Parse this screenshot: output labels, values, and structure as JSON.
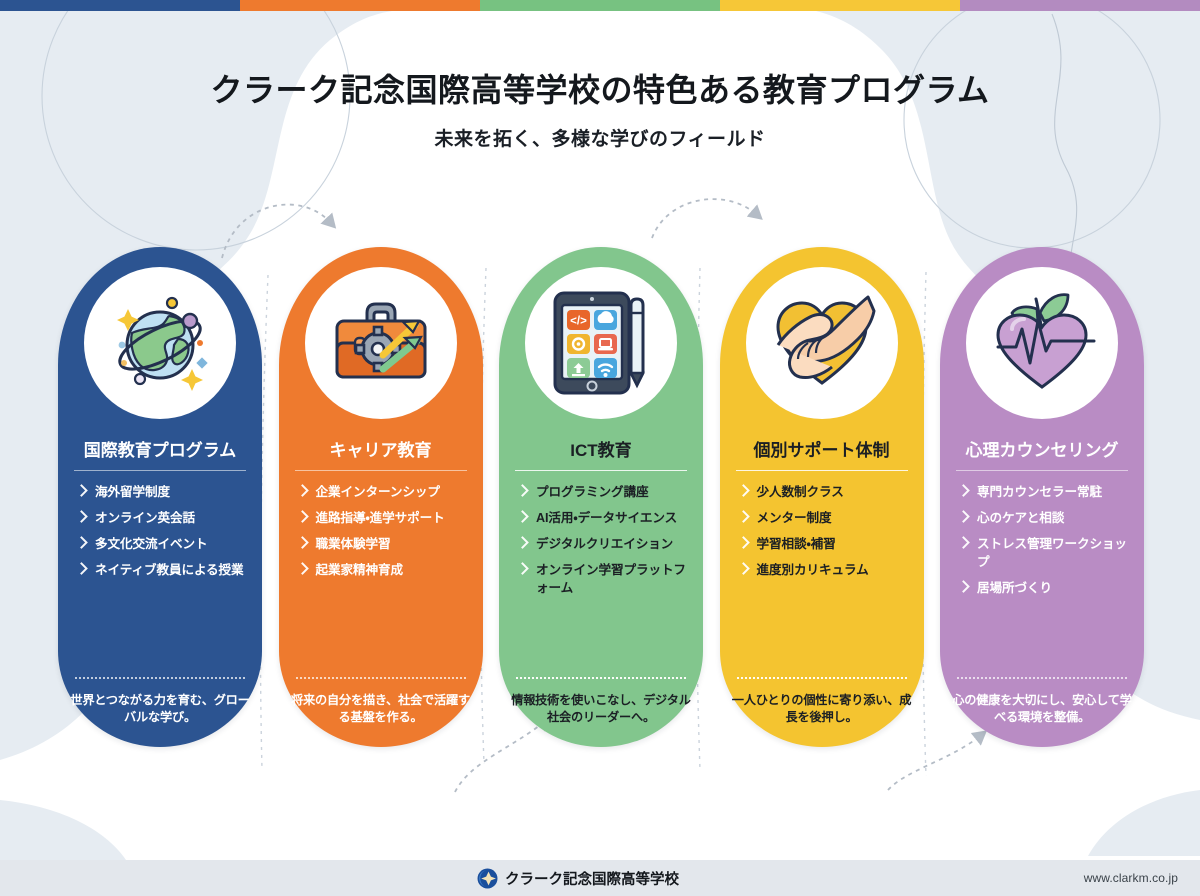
{
  "header": {
    "title": "クラーク記念国際高等学校の特色ある教育プログラム",
    "subtitle": "未来を拓く、多様な学びのフィールド"
  },
  "top_strip": {
    "colors": [
      "#2C5491",
      "#EE7A2E",
      "#77C281",
      "#F6C737",
      "#B38BC0"
    ]
  },
  "cards": [
    {
      "id": "international",
      "icon": "globe-orbit-icon",
      "title": "国際教育プログラム",
      "color": "#2C5491",
      "text_mode": "light",
      "items": [
        "海外留学制度",
        "オンライン英会話",
        "多文化交流イベント",
        "ネイティブ教員による授業"
      ],
      "note": "世界とつながる力を育む、グローバルな学び。"
    },
    {
      "id": "career",
      "icon": "briefcase-gear-growth-icon",
      "title": "キャリア教育",
      "color": "#EE7A2E",
      "text_mode": "light",
      "items": [
        "企業インターンシップ",
        "進路指導・進学サポート",
        "職業体験学習",
        "起業家精神育成"
      ],
      "note": "将来の自分を描き、社会で活躍する基盤を作る。"
    },
    {
      "id": "ict",
      "icon": "tablet-apps-stylus-icon",
      "title": "ICT教育",
      "color": "#82C68D",
      "text_mode": "dark",
      "items": [
        "プログラミング講座",
        "AI活用・データサイエンス",
        "デジタルクリエイション",
        "オンライン学習プラットフォーム"
      ],
      "note": "情報技術を使いこなし、デジタル社会のリーダーへ。"
    },
    {
      "id": "support",
      "icon": "helping-hands-heart-icon",
      "title": "個別サポート体制",
      "color": "#F4C430",
      "text_mode": "dark",
      "items": [
        "少人数制クラス",
        "メンター制度",
        "学習相談・補習",
        "進度別カリキュラム"
      ],
      "note": "一人ひとりの個性に寄り添い、成長を後押し。"
    },
    {
      "id": "counseling",
      "icon": "heart-sprout-pulse-icon",
      "title": "心理カウンセリング",
      "color": "#B98CC4",
      "text_mode": "light",
      "items": [
        "専門カウンセラー常駐",
        "心のケアと相談",
        "ストレス管理ワークショップ",
        "居場所づくり"
      ],
      "note": "心の健康を大切にし、安心して学べる環境を整備。"
    }
  ],
  "footer": {
    "brand": "クラーク記念国際高等学校",
    "url": "www.clarkm.co.jp",
    "logo_icon": "clark-star-logo-icon",
    "background": "#E3E7EC"
  }
}
